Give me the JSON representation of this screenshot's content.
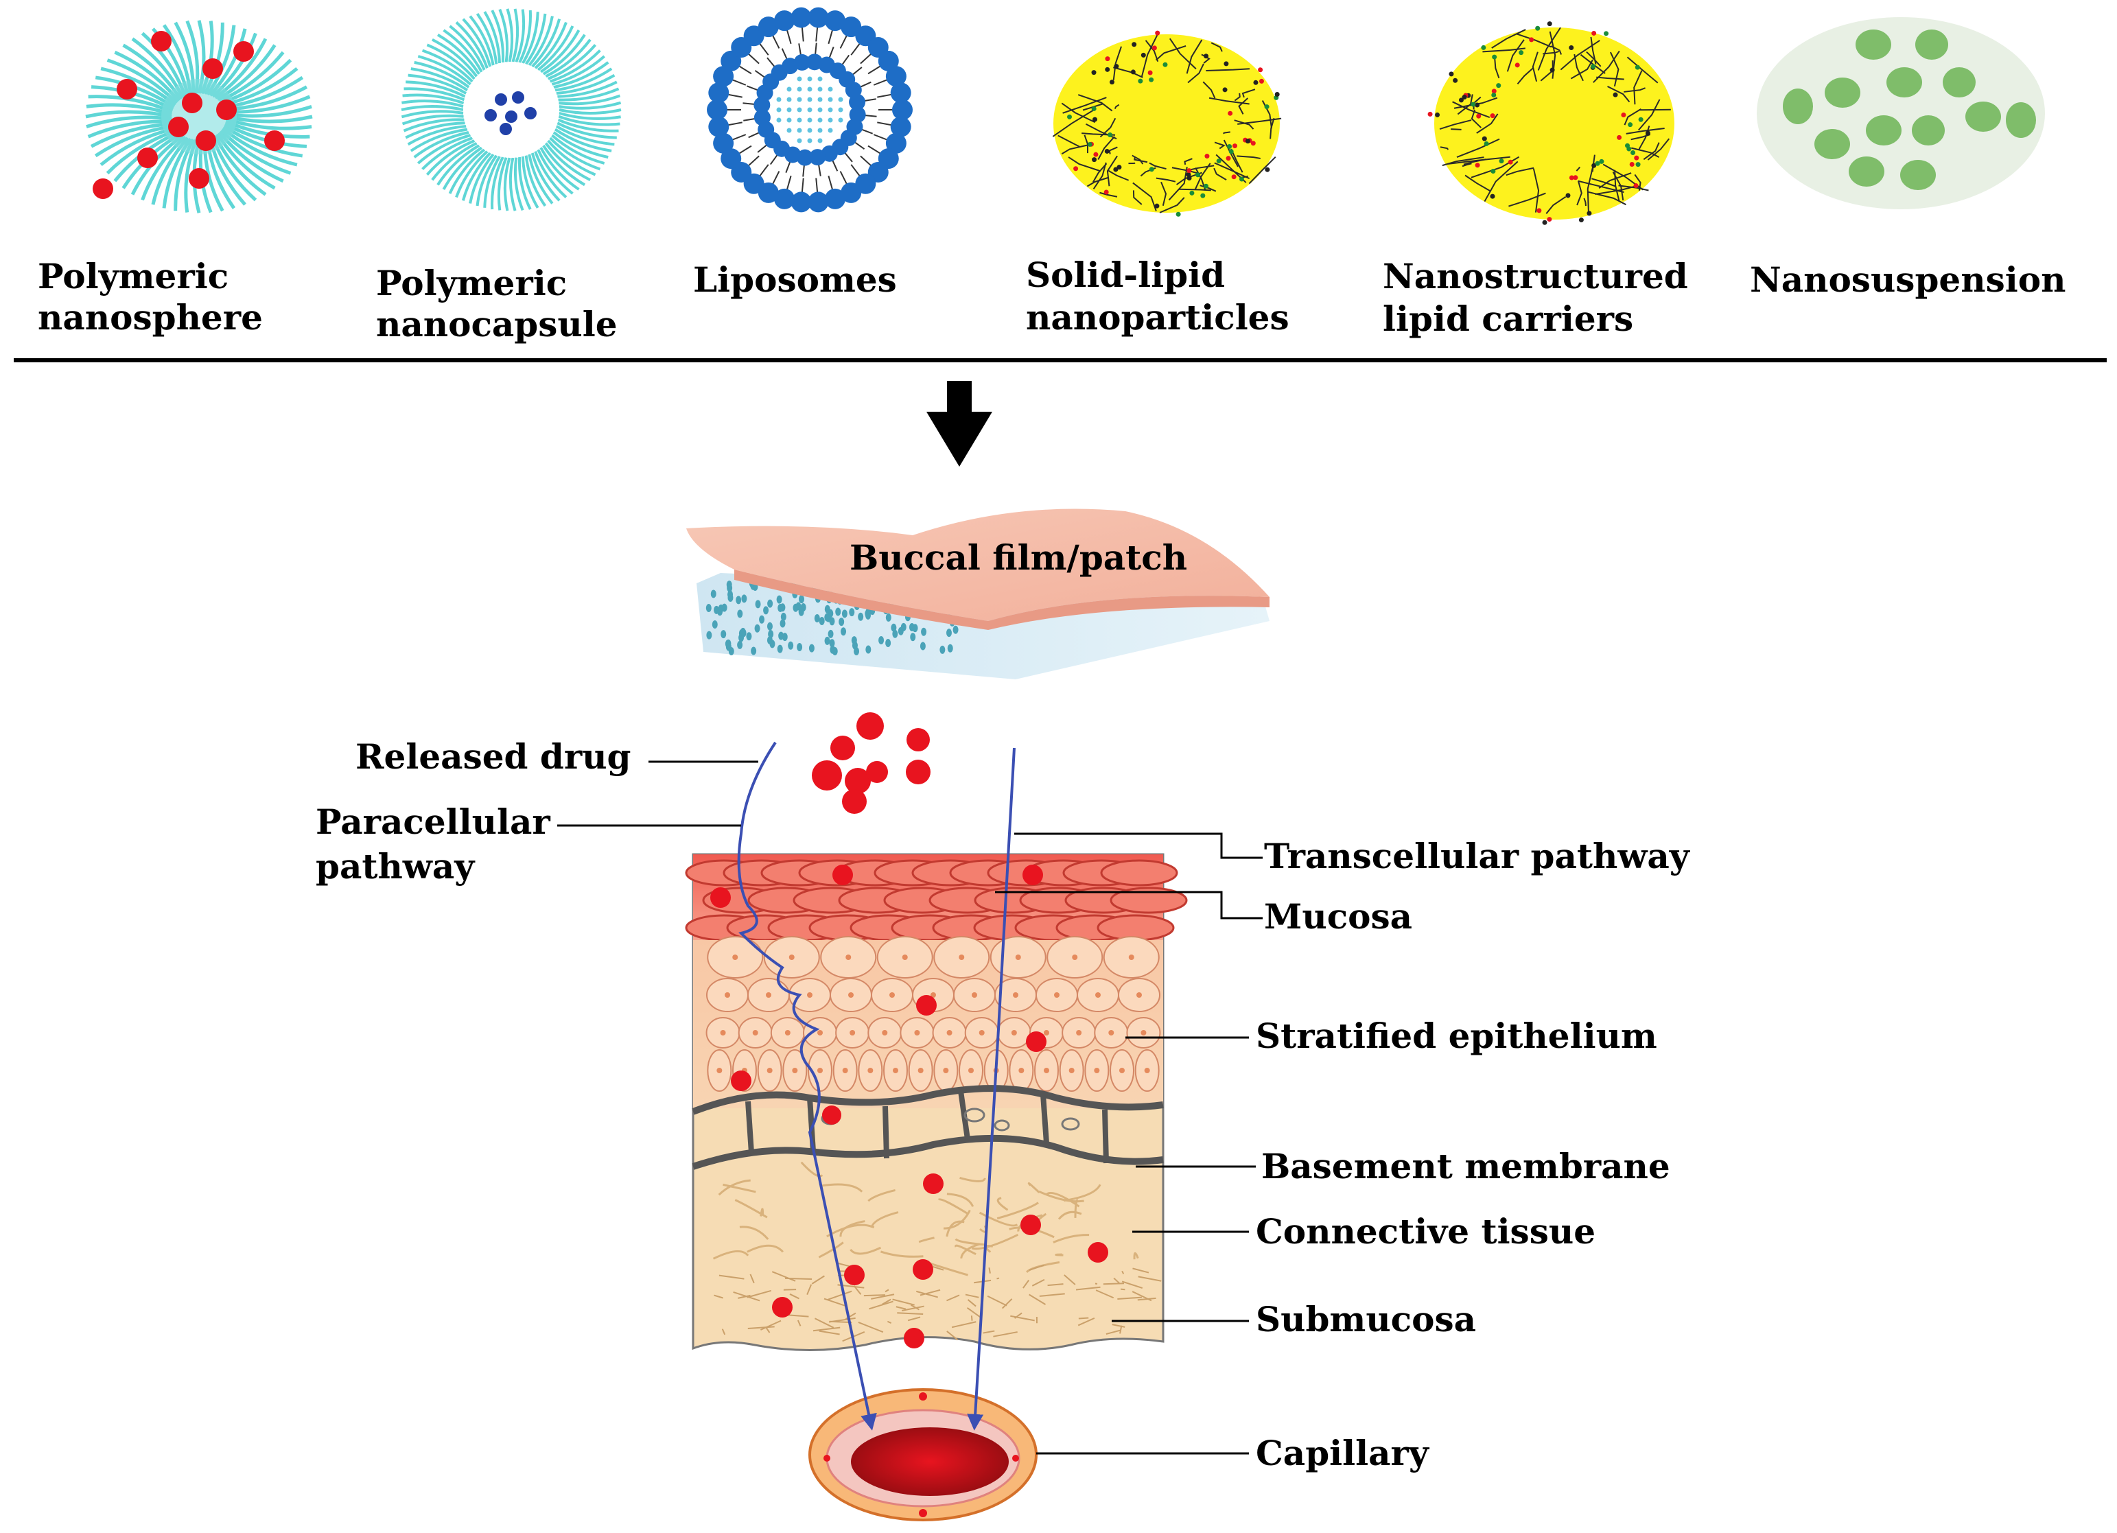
{
  "carriers": [
    {
      "line1": "Polymeric",
      "line2": "nanosphere"
    },
    {
      "line1": "Polymeric",
      "line2": "nanocapsule"
    },
    {
      "line1": "Liposomes",
      "line2": ""
    },
    {
      "line1": "Solid-lipid",
      "line2": "nanoparticles"
    },
    {
      "line1": "Nanostructured",
      "line2": "lipid carriers"
    },
    {
      "line1": "Nanosuspension",
      "line2": ""
    }
  ],
  "film_label": "Buccal film/patch",
  "left_labels": {
    "released_drug": "Released drug",
    "paracellular_1": "Paracellular",
    "paracellular_2": "pathway"
  },
  "right_labels": {
    "transcellular": "Transcellular pathway",
    "mucosa": "Mucosa",
    "stratified": "Stratified epithelium",
    "basement": "Basement membrane",
    "connective": "Connective tissue",
    "submucosa": "Submucosa",
    "capillary": "Capillary"
  },
  "colors": {
    "drug": "#e8141f",
    "pathway": "#3b4fb3",
    "lipid_core": "#fdf21e",
    "liposome_head": "#1e6dc6",
    "capsule_tail": "#5fd6d6",
    "nanosuspension_bg": "#e8f0e4",
    "nanosuspension_particle": "#7fbd6a",
    "mucosa": "#f28070",
    "epithelium": "#f7c9a6",
    "connective": "#f6dcb4"
  }
}
